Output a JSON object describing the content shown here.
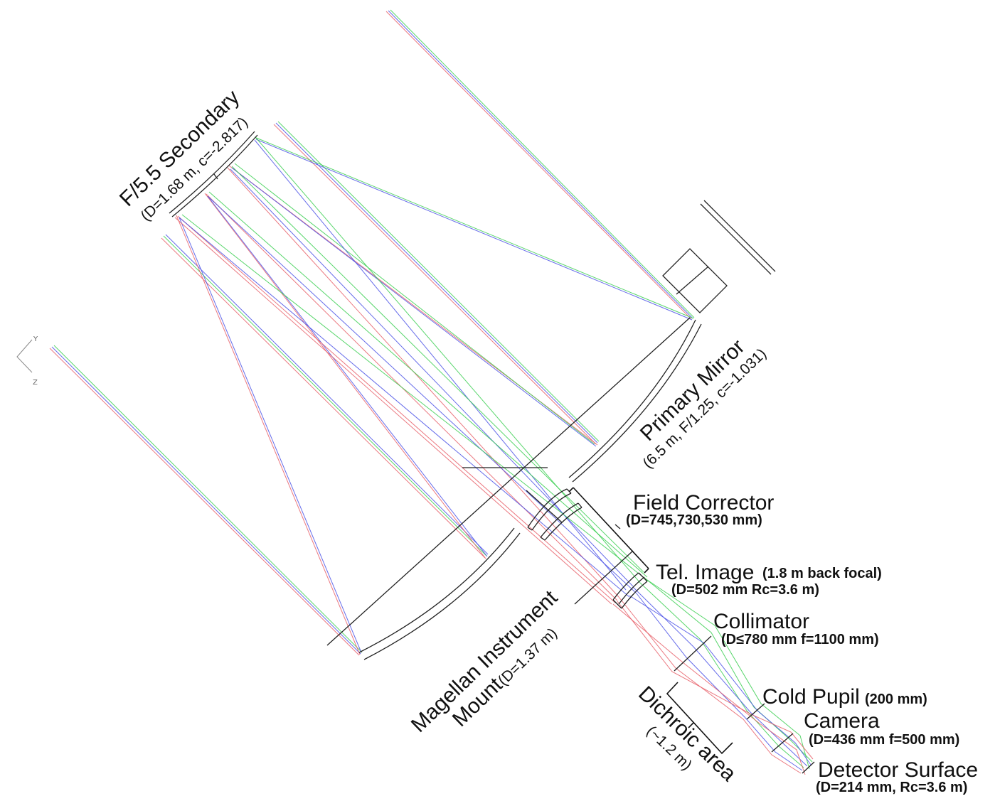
{
  "colors": {
    "ray_red": "#e8606a",
    "ray_green": "#3ccf52",
    "ray_blue": "#4b52e6",
    "optics": "#222222"
  },
  "labels": {
    "secondary_title": "F/5.5 Secondary",
    "secondary_params": "(D=1.68 m, c=-2.817)",
    "primary_title": "Primary Mirror",
    "primary_params": "(6.5 m, F/1.25, c=-1.031)",
    "field_corrector_title": "Field Corrector",
    "field_corrector_params": "(D=745,730,530 mm)",
    "tel_image_title": "Tel. Image",
    "tel_image_note": "(1.8 m back focal)",
    "tel_image_params": "(D=502 mm Rc=3.6 m)",
    "collimator_title": "Collimator",
    "collimator_params": "(D≤780 mm f=1100 mm)",
    "cold_pupil_title": "Cold Pupil",
    "cold_pupil_params": "(200 mm)",
    "camera_title": "Camera",
    "camera_params": "(D=436 mm f=500 mm)",
    "detector_title": "Detector  Surface",
    "detector_params": "(D=214 mm, Rc=3.6 m)",
    "mount_line1": "Magellan Instrument",
    "mount_line2": "Mount",
    "mount_params": "(D=1.37 m)",
    "dichroic_title": "Dichroic area",
    "dichroic_params": "(~1.2 m)",
    "axis_y": "Y",
    "axis_z": "Z"
  }
}
